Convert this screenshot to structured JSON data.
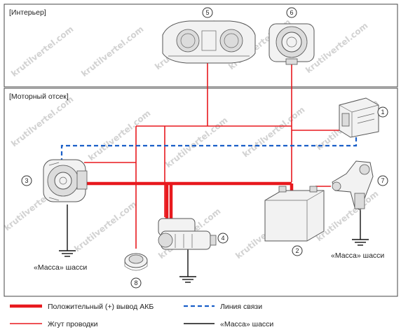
{
  "sections": {
    "interior": "[Интерьер]",
    "engine": "[Моторный отсек]"
  },
  "callouts": [
    "1",
    "2",
    "3",
    "4",
    "5",
    "6",
    "7",
    "8"
  ],
  "ground_labels": {
    "left": "«Масса» шасси",
    "right": "«Масса» шасси"
  },
  "watermark": "krutilvertel.com",
  "legend": {
    "battery_positive": "Положительный (+) вывод АКБ",
    "harness": "Жгут проводки",
    "comm_line": "Линия связи",
    "ground": "«Масса» шасси"
  },
  "colors": {
    "red": "#e8191e",
    "blue": "#1a5fc8",
    "black": "#111111"
  }
}
